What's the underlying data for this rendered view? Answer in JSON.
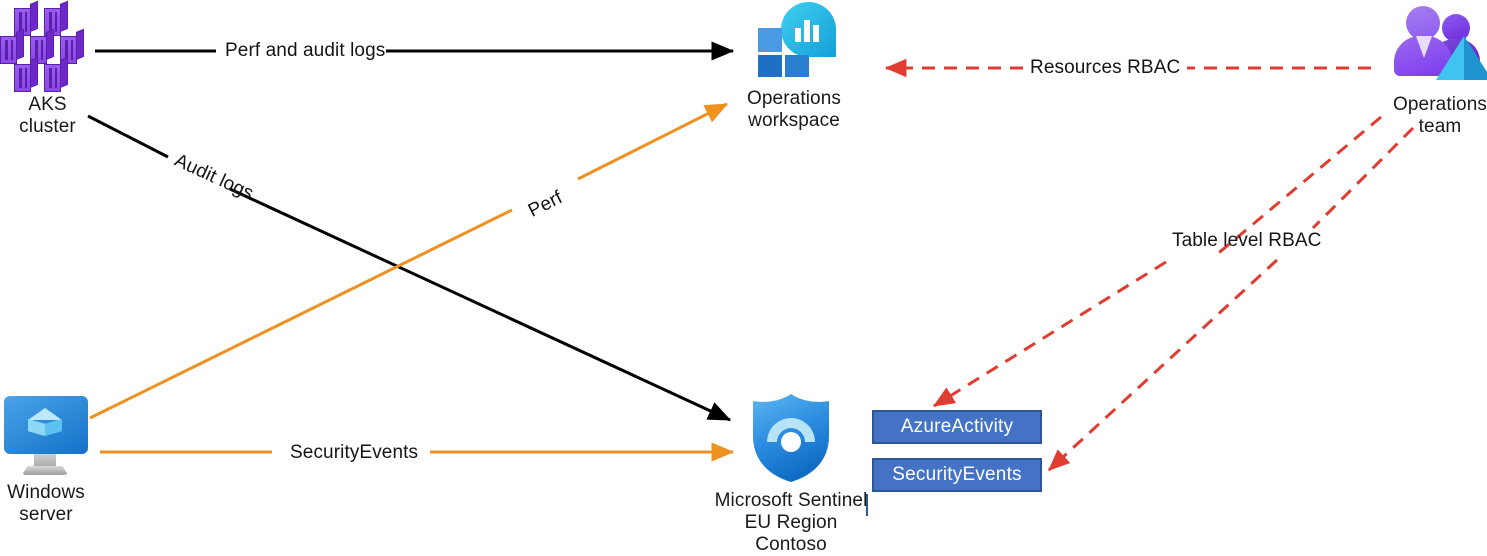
{
  "diagram": {
    "title": "Microsoft Sentinel RBAC data flow diagram",
    "colors": {
      "black_edge": "#000000",
      "orange_edge": "#ed9121",
      "red_edge": "#e03c31",
      "table_fill": "#4472c4",
      "table_border": "#2f5597",
      "aks_purple": "#8a46e8",
      "sentinel_blue": "#2a8ce0",
      "law_cyan": "#13a0d8"
    },
    "nodes": [
      {
        "id": "aks-cluster",
        "icon": "aks-cluster-icon",
        "label": "AKS cluster"
      },
      {
        "id": "operations-workspace",
        "icon": "log-analytics-icon",
        "label": "Operations\nworkspace"
      },
      {
        "id": "operations-team",
        "icon": "operations-team-icon",
        "label": "Operations\nteam"
      },
      {
        "id": "windows-server",
        "icon": "windows-server-icon",
        "label": "Windows\nserver"
      },
      {
        "id": "microsoft-sentinel",
        "icon": "microsoft-sentinel-icon",
        "label": "Microsoft Sentinel\nEU Region\nContoso"
      }
    ],
    "tables": [
      {
        "id": "azureactivity",
        "label": "AzureActivity"
      },
      {
        "id": "securityevents",
        "label": "SecurityEvents"
      }
    ],
    "edges": [
      {
        "id": "perf-and-audit-logs",
        "label": "Perf and audit logs",
        "from": "aks-cluster",
        "to": "operations-workspace",
        "style": "solid",
        "color": "#000000"
      },
      {
        "id": "audit-logs",
        "label": "Audit logs",
        "from": "aks-cluster",
        "to": "microsoft-sentinel",
        "style": "solid",
        "color": "#000000"
      },
      {
        "id": "perf",
        "label": "Perf",
        "from": "windows-server",
        "to": "operations-workspace",
        "style": "solid",
        "color": "#ed9121"
      },
      {
        "id": "securityevents-flow",
        "label": "SecurityEvents",
        "from": "windows-server",
        "to": "microsoft-sentinel",
        "style": "solid",
        "color": "#ed9121"
      },
      {
        "id": "resources-rbac",
        "label": "Resources RBAC",
        "from": "operations-team",
        "to": "operations-workspace",
        "style": "dashed",
        "color": "#e03c31"
      },
      {
        "id": "table-level-rbac",
        "label": "Table level RBAC",
        "from": "operations-team",
        "to": "azureactivity",
        "style": "dashed",
        "color": "#e03c31"
      }
    ]
  }
}
